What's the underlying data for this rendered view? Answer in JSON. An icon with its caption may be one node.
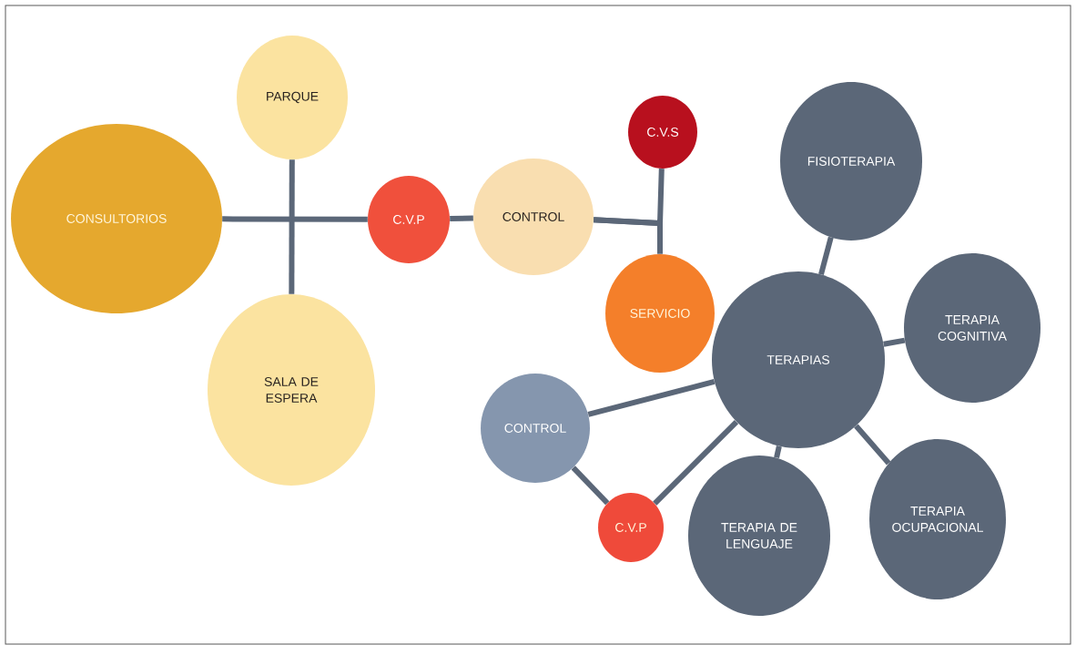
{
  "diagram": {
    "nodes": [
      {
        "text": [
          "PARQUE"
        ]
      },
      {
        "text": [
          "CONSULTORIOS"
        ]
      },
      {
        "text": [
          "C.V.P"
        ]
      },
      {
        "text": [
          "CONTROL"
        ]
      },
      {
        "text": [
          "C.V.S"
        ]
      },
      {
        "text": [
          "FISIOTERAPIA"
        ]
      },
      {
        "text": [
          "SERVICIO"
        ]
      },
      {
        "text": [
          "TERAPIAS"
        ]
      },
      {
        "text": [
          "TERAPIA COGNITIVA"
        ]
      },
      {
        "text": [
          "SALA DE ESPERA"
        ]
      },
      {
        "text": [
          "CONTROL"
        ]
      },
      {
        "text": [
          "C.V.P"
        ]
      },
      {
        "text": [
          "TERAPIA DE LENGUAJE"
        ]
      },
      {
        "text": [
          "TERAPIA OCUPACIONAL"
        ]
      }
    ],
    "edges": [
      {
        "from": 1,
        "to": 2,
        "arrow": "none"
      },
      {
        "from": 0,
        "to": 9,
        "arrow": "none"
      },
      {
        "from": 2,
        "to": 3,
        "arrow": "none"
      },
      {
        "from": 3,
        "to": 4,
        "arrow": "none"
      },
      {
        "from": 3,
        "to": 6,
        "arrow": "none"
      },
      {
        "from": 7,
        "to": 5,
        "arrow": "none"
      },
      {
        "from": 7,
        "to": 8,
        "arrow": "none"
      },
      {
        "from": 7,
        "to": 13,
        "arrow": "none"
      },
      {
        "from": 7,
        "to": 12,
        "arrow": "none"
      },
      {
        "from": 7,
        "to": 10,
        "arrow": "none"
      },
      {
        "from": 7,
        "to": 11,
        "arrow": "none"
      },
      {
        "from": 10,
        "to": 11,
        "arrow": "none"
      }
    ]
  }
}
